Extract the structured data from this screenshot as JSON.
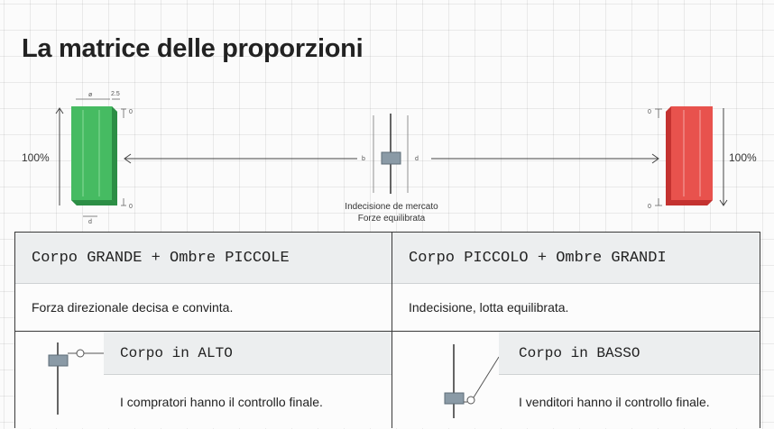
{
  "title": "La matrice delle proporzioni",
  "diagram": {
    "left_percent": "100%",
    "right_percent": "100%",
    "dim_top": "ø",
    "dim_top_small": "2.5",
    "dim_zero": "0",
    "dim_d": "d",
    "dim_b": "b",
    "center_line1": "Indecisione de mercato",
    "center_line2": "Forze equilibrata",
    "colors": {
      "bull": "#3fb35c",
      "bear": "#e3423f",
      "doji": "#8a9aa6"
    }
  },
  "table": {
    "left": {
      "header": "Corpo GRANDE + Ombre PICCOLE",
      "description": "Forza direzionale decisa e convinta.",
      "sub_header": "Corpo in ALTO",
      "sub_text": "I compratori hanno il controllo finale."
    },
    "right": {
      "header": "Corpo PICCOLO + Ombre GRANDI",
      "description": "Indecisione, lotta equilibrata.",
      "sub_header": "Corpo in BASSO",
      "sub_text": "I venditori hanno il controllo finale."
    }
  }
}
